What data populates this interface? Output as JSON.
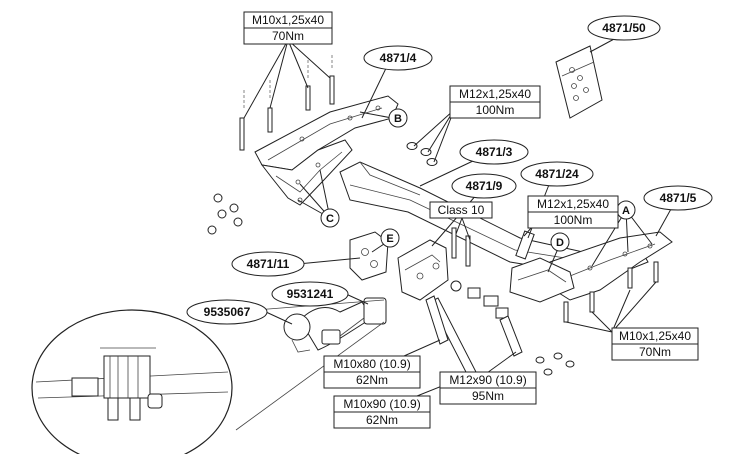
{
  "part_labels": {
    "p4871_50": "4871/50",
    "p4871_4": "4871/4",
    "p4871_3": "4871/3",
    "p4871_24": "4871/24",
    "p4871_9": "4871/9",
    "p4871_5": "4871/5",
    "p4871_11": "4871/11",
    "p9531241": "9531241",
    "p9535067": "9535067"
  },
  "callouts": {
    "a": "A",
    "b": "B",
    "c": "C",
    "d": "D",
    "e": "E"
  },
  "specs": {
    "m10_top": {
      "size": "M10x1,25x40",
      "torque": "70Nm"
    },
    "m12_top": {
      "size": "M12x1,25x40",
      "torque": "100Nm"
    },
    "class10": {
      "text": "Class 10"
    },
    "m12_mid": {
      "size": "M12x1,25x40",
      "torque": "100Nm"
    },
    "m10_right": {
      "size": "M10x1,25x40",
      "torque": "70Nm"
    },
    "m10x80": {
      "size": "M10x80 (10.9)",
      "torque": "62Nm"
    },
    "m12x90": {
      "size": "M12x90 (10.9)",
      "torque": "95Nm"
    },
    "m10x90": {
      "size": "M10x90 (10.9)",
      "torque": "62Nm"
    }
  }
}
